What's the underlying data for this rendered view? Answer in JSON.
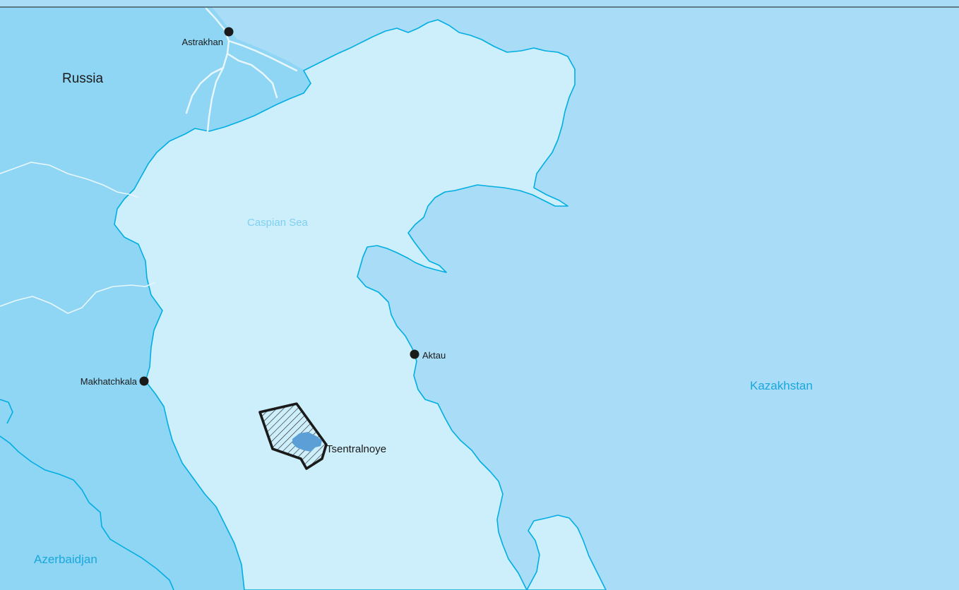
{
  "map": {
    "countries": {
      "russia": "Russia",
      "kazakhstan": "Kazakhstan",
      "azerbaidjan": "Azerbaidjan"
    },
    "sea": "Caspian Sea",
    "cities": {
      "astrakhan": "Astrakhan",
      "makhatchkala": "Makhatchkala",
      "aktau": "Aktau"
    },
    "field": "Tsentralnoye"
  },
  "colors": {
    "land_kazakhstan": "#a8dcf7",
    "land_russia": "#8fd6f4",
    "sea": "#cdeefb",
    "coastline": "#00aee3",
    "sea_label": "#7fd0f0",
    "country_label_blue": "#1aa7dc",
    "border_line": "#e9f7fd",
    "city_dot": "#1a1a1a",
    "field_outline": "#1a1a1a",
    "field_core": "#5b9fd6"
  }
}
